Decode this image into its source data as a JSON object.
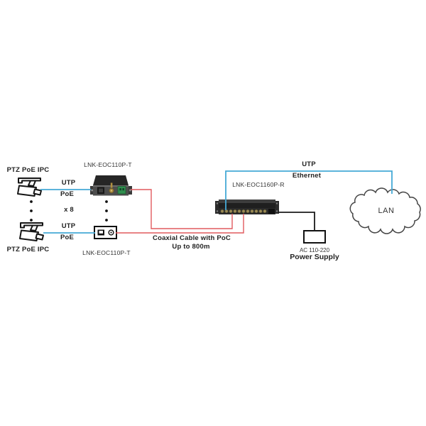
{
  "diagram": {
    "cameras": {
      "top": {
        "label": "PTZ PoE IPC"
      },
      "bottom": {
        "label": "PTZ PoE IPC"
      }
    },
    "transmitters": {
      "top": {
        "label": "LNK-EOC110P-T"
      },
      "bottom": {
        "label": "LNK-EOC110P-T"
      }
    },
    "receiver": {
      "label": "LNK-EOC1160P-R"
    },
    "links": {
      "utp_poe_top": {
        "line1": "UTP",
        "line2": "PoE"
      },
      "utp_poe_bottom": {
        "line1": "UTP",
        "line2": "PoE"
      },
      "multiplier": "x 8",
      "coax": {
        "line1": "Coaxial Cable with PoC",
        "line2": "Up to 800m"
      },
      "uplink": {
        "line1": "UTP",
        "line2": "Ethernet"
      }
    },
    "power_supply": {
      "rating": "AC 110-220",
      "label": "Power Supply"
    },
    "lan": {
      "label": "LAN"
    },
    "colors": {
      "utp_line": "#45a9d6",
      "coax_line": "#e05a5f",
      "power_line": "#1a1a1a"
    }
  }
}
